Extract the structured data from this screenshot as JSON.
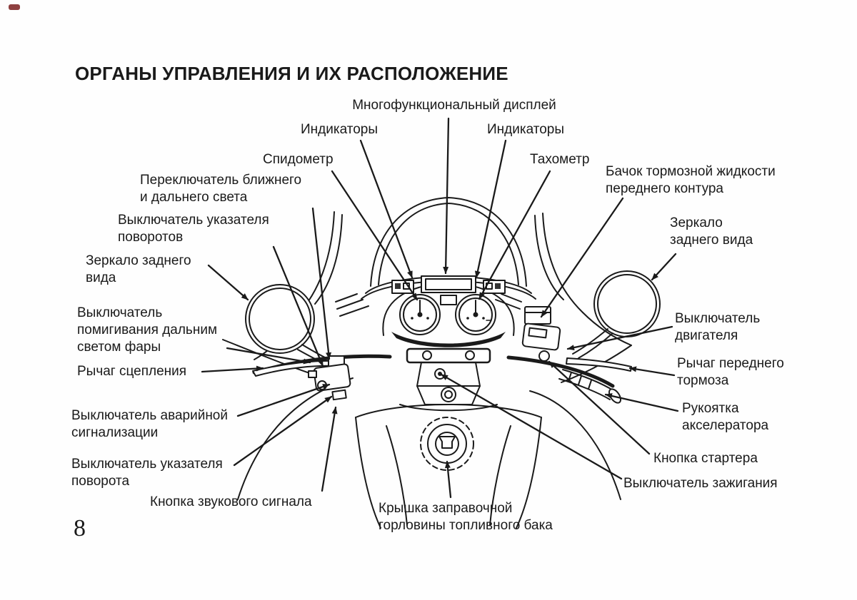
{
  "page": {
    "title": "ОРГАНЫ УПРАВЛЕНИЯ И ИХ РАСПОЛОЖЕНИЕ",
    "page_number": "8",
    "ink_color": "#1a1a1a",
    "background_color": "#fefefe"
  },
  "diagram": {
    "subject": "Схема органов управления мотоцикла (вид с места водителя)",
    "labels": {
      "multifunction_display": "Многофункциональный дисплей",
      "indicators_left": "Индикаторы",
      "indicators_right": "Индикаторы",
      "speedometer": "Спидометр",
      "tachometer": "Тахометр",
      "front_brake_fluid_reservoir": "Бачок тормозной жидкости\nпереднего контура",
      "beam_switch": "Переключатель ближнего\nи дальнего света",
      "turn_signal_switch_upper": "Выключатель указателя\nповоротов",
      "rear_view_mirror_left": "Зеркало  заднего\nвида",
      "headlight_flasher_switch": "Выключатель\nпомигивания дальним\nсветом фары",
      "clutch_lever": "Рычаг сцепления",
      "hazard_switch": "Выключатель аварийной\nсигнализации",
      "turn_signal_switch_lower": "Выключатель указателя\nповорота",
      "horn_button": "Кнопка звукового сигнала",
      "fuel_filler_cap": "Крышка заправочной\nгорловины топливного бака",
      "rear_view_mirror_right": "Зеркало\nзаднего вида",
      "engine_stop_switch": "Выключатель\nдвигателя",
      "front_brake_lever": "Рычаг  переднего\nтормоза",
      "throttle_grip": "Рукоятка\nакселератора",
      "starter_button": "Кнопка стартера",
      "ignition_switch": "Выключатель зажигания"
    }
  }
}
